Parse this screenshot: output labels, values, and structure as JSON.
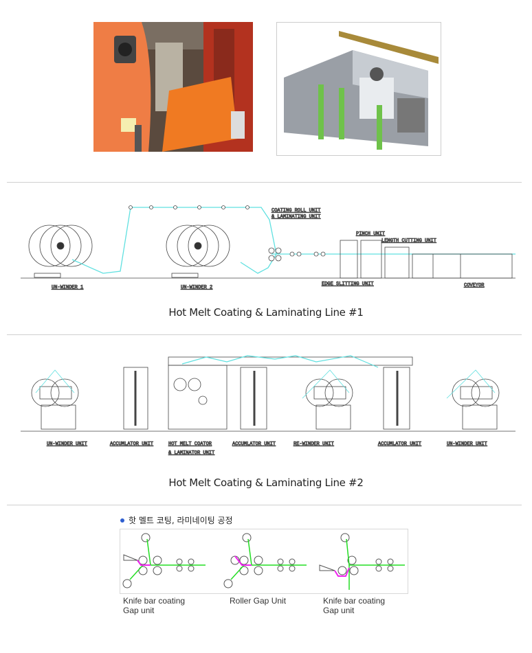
{
  "photos": [
    {
      "name": "coating-line-photo-orange"
    },
    {
      "name": "laminating-line-photo-machine"
    }
  ],
  "line1": {
    "caption": "Hot Melt Coating & Laminating Line #1",
    "labels": {
      "unwinder1": "UN-WINDER 1",
      "unwinder2": "UN-WINDER 2",
      "coating1": "COATING ROLL UNIT",
      "coating2": "& LAMINATING UNIT",
      "pinch": "PINCH UNIT",
      "length": "LENGTH CUTTING UNIT",
      "edge": "EDGE SLITTING UNIT",
      "conveyor": "COVEYOR"
    }
  },
  "line2": {
    "caption": "Hot Melt Coating & Laminating Line #2",
    "labels": {
      "unwinder_a": "UN-WINDER UNIT",
      "acc_a": "ACCUMLATOR UNIT",
      "coater1": "HOT MELT COATOR",
      "coater2": "& LAMINATOR UNIT",
      "acc_b": "ACCUMLATOR UNIT",
      "rewinder": "RE-WINDER UNIT",
      "acc_c": "ACCUMLATOR UNIT",
      "unwinder_b": "UN-WINDER UNIT"
    }
  },
  "process": {
    "heading": "핫 멜트 코팅, 라미네이팅 공정",
    "bullet_color": "#2f5fd0",
    "units": [
      {
        "line1": "Knife bar coating",
        "line2": "Gap unit"
      },
      {
        "line1": "Roller Gap Unit",
        "line2": ""
      },
      {
        "line1": "Knife bar coating",
        "line2": "Gap unit"
      }
    ]
  },
  "colors": {
    "web": "#5fe0e0",
    "film": "#22dd22",
    "adhesive": "#ee22ee"
  }
}
